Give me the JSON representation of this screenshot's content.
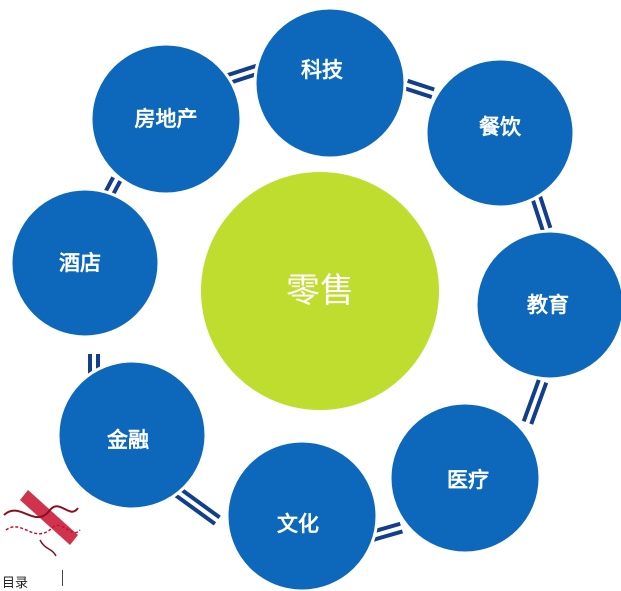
{
  "center": {
    "label": "零售",
    "color": "#bfdd2f"
  },
  "nodes": [
    {
      "id": "tech",
      "label": "科技"
    },
    {
      "id": "catering",
      "label": "餐饮"
    },
    {
      "id": "education",
      "label": "教育"
    },
    {
      "id": "medical",
      "label": "医疗"
    },
    {
      "id": "culture",
      "label": "文化"
    },
    {
      "id": "finance",
      "label": "金融"
    },
    {
      "id": "hotel",
      "label": "酒店"
    },
    {
      "id": "real-estate",
      "label": "房地产"
    }
  ],
  "colors": {
    "node_fill": "#0d68bb",
    "node_stroke": "#ffffff",
    "connector": "#123e8c"
  },
  "corner": {
    "text": "目录"
  }
}
